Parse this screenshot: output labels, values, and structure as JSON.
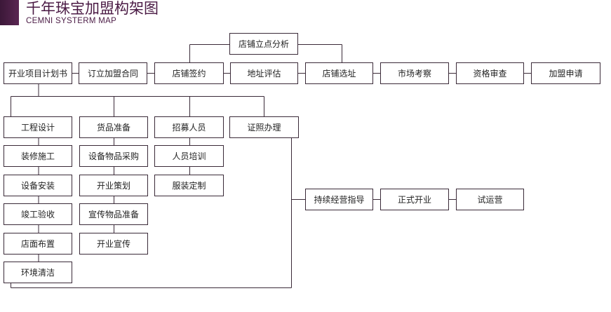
{
  "header": {
    "title": "千年珠宝加盟构架图",
    "subtitle": "CEMNI SYSTERM MAP"
  },
  "colors": {
    "accent": "#4a1a44",
    "border": "#3a2a38",
    "line": "#3a2a38"
  },
  "nodes": {
    "root": "店铺立点分析",
    "main": [
      "开业项目计划书",
      "订立加盟合同",
      "店铺签约",
      "地址评估",
      "店铺选址",
      "市场考察",
      "资格审查",
      "加盟申请"
    ],
    "col1": [
      "工程设计",
      "装修施工",
      "设备安装",
      "竣工验收",
      "店面布置",
      "环境清洁"
    ],
    "col2": [
      "货品准备",
      "设备物品采购",
      "开业策划",
      "宣传物品准备",
      "开业宣传"
    ],
    "col3": [
      "招募人员",
      "人员培训",
      "服装定制"
    ],
    "col4": "证照办理",
    "final": [
      "持续经营指导",
      "正式开业",
      "试运营"
    ]
  }
}
